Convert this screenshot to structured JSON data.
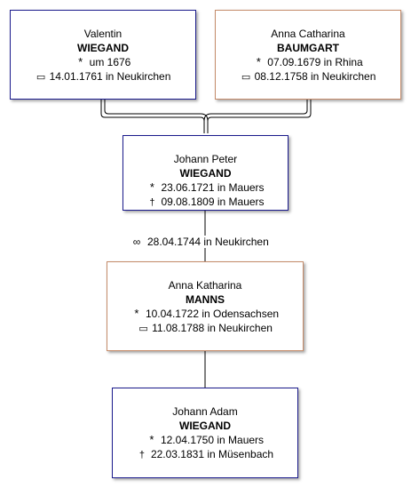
{
  "people": {
    "father_of_johann_peter": {
      "given": "Valentin",
      "surname": "WIEGAND",
      "events": [
        {
          "icon": "birth-star-icon",
          "symbol": "*",
          "text": "um 1676"
        },
        {
          "icon": "burial-icon",
          "symbol": "▭",
          "text": "14.01.1761 in Neukirchen"
        }
      ]
    },
    "mother_of_johann_peter": {
      "given": "Anna Catharina",
      "surname": "BAUMGART",
      "events": [
        {
          "icon": "birth-star-icon",
          "symbol": "*",
          "text": "07.09.1679 in Rhina"
        },
        {
          "icon": "burial-icon",
          "symbol": "▭",
          "text": "08.12.1758 in Neukirchen"
        }
      ]
    },
    "johann_peter": {
      "given": "Johann Peter",
      "surname": "WIEGAND",
      "events": [
        {
          "icon": "birth-star-icon",
          "symbol": "*",
          "text": "23.06.1721 in Mauers"
        },
        {
          "icon": "death-dagger-icon",
          "symbol": "†",
          "text": "09.08.1809 in Mauers"
        }
      ]
    },
    "anna_katharina": {
      "given": "Anna Katharina",
      "surname": "MANNS",
      "events": [
        {
          "icon": "birth-star-icon",
          "symbol": "*",
          "text": "10.04.1722 in Odensachsen"
        },
        {
          "icon": "burial-icon",
          "symbol": "▭",
          "text": "11.08.1788 in Neukirchen"
        }
      ]
    },
    "johann_adam": {
      "given": "Johann Adam",
      "surname": "WIEGAND",
      "events": [
        {
          "icon": "birth-star-icon",
          "symbol": "*",
          "text": "12.04.1750 in Mauers"
        },
        {
          "icon": "death-dagger-icon",
          "symbol": "†",
          "text": "22.03.1831 in Müsenbach"
        }
      ]
    }
  },
  "marriage": {
    "icon": "marriage-rings-icon",
    "symbol": "∞",
    "text": "28.04.1744 in Neukirchen"
  },
  "colors": {
    "male_border": "#1a1a8c",
    "female_border": "#c48b6a",
    "line": "#000000"
  }
}
